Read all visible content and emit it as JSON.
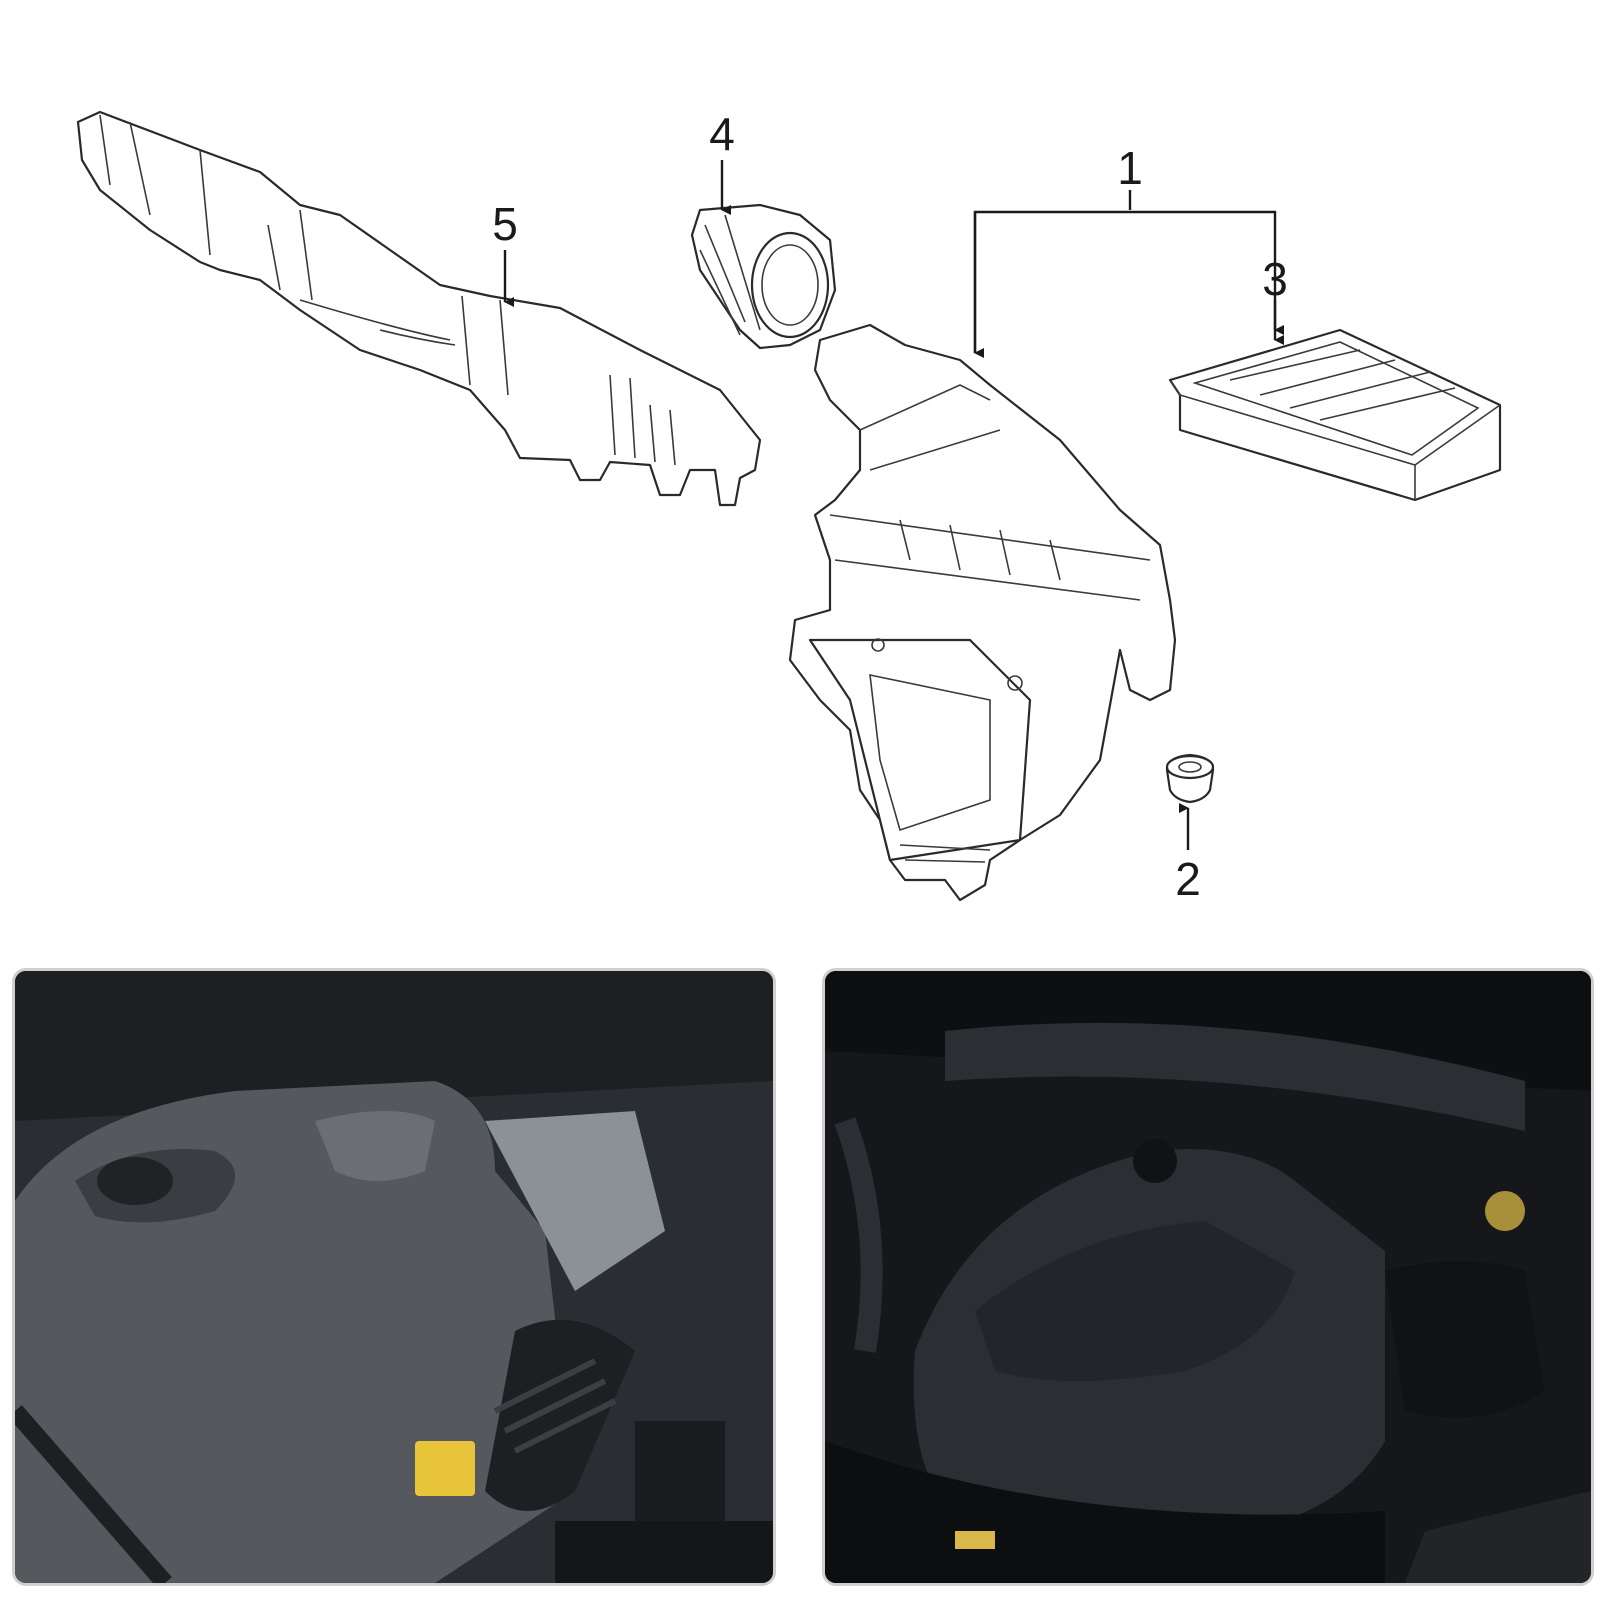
{
  "diagram": {
    "callouts": [
      {
        "id": "1",
        "label": "1"
      },
      {
        "id": "2",
        "label": "2"
      },
      {
        "id": "3",
        "label": "3"
      },
      {
        "id": "4",
        "label": "4"
      },
      {
        "id": "5",
        "label": "5"
      }
    ]
  },
  "photos": [
    {
      "name": "engine-bay-photo-left",
      "palette": {
        "base": "#2a2d31",
        "cover": "#55585d",
        "hose": "#1d1f22",
        "accent": "#e8c43a"
      }
    },
    {
      "name": "engine-bay-photo-right",
      "palette": {
        "base": "#15171a",
        "cover": "#2b2e33",
        "hose": "#101214",
        "accent": "#d9b84a"
      }
    }
  ]
}
